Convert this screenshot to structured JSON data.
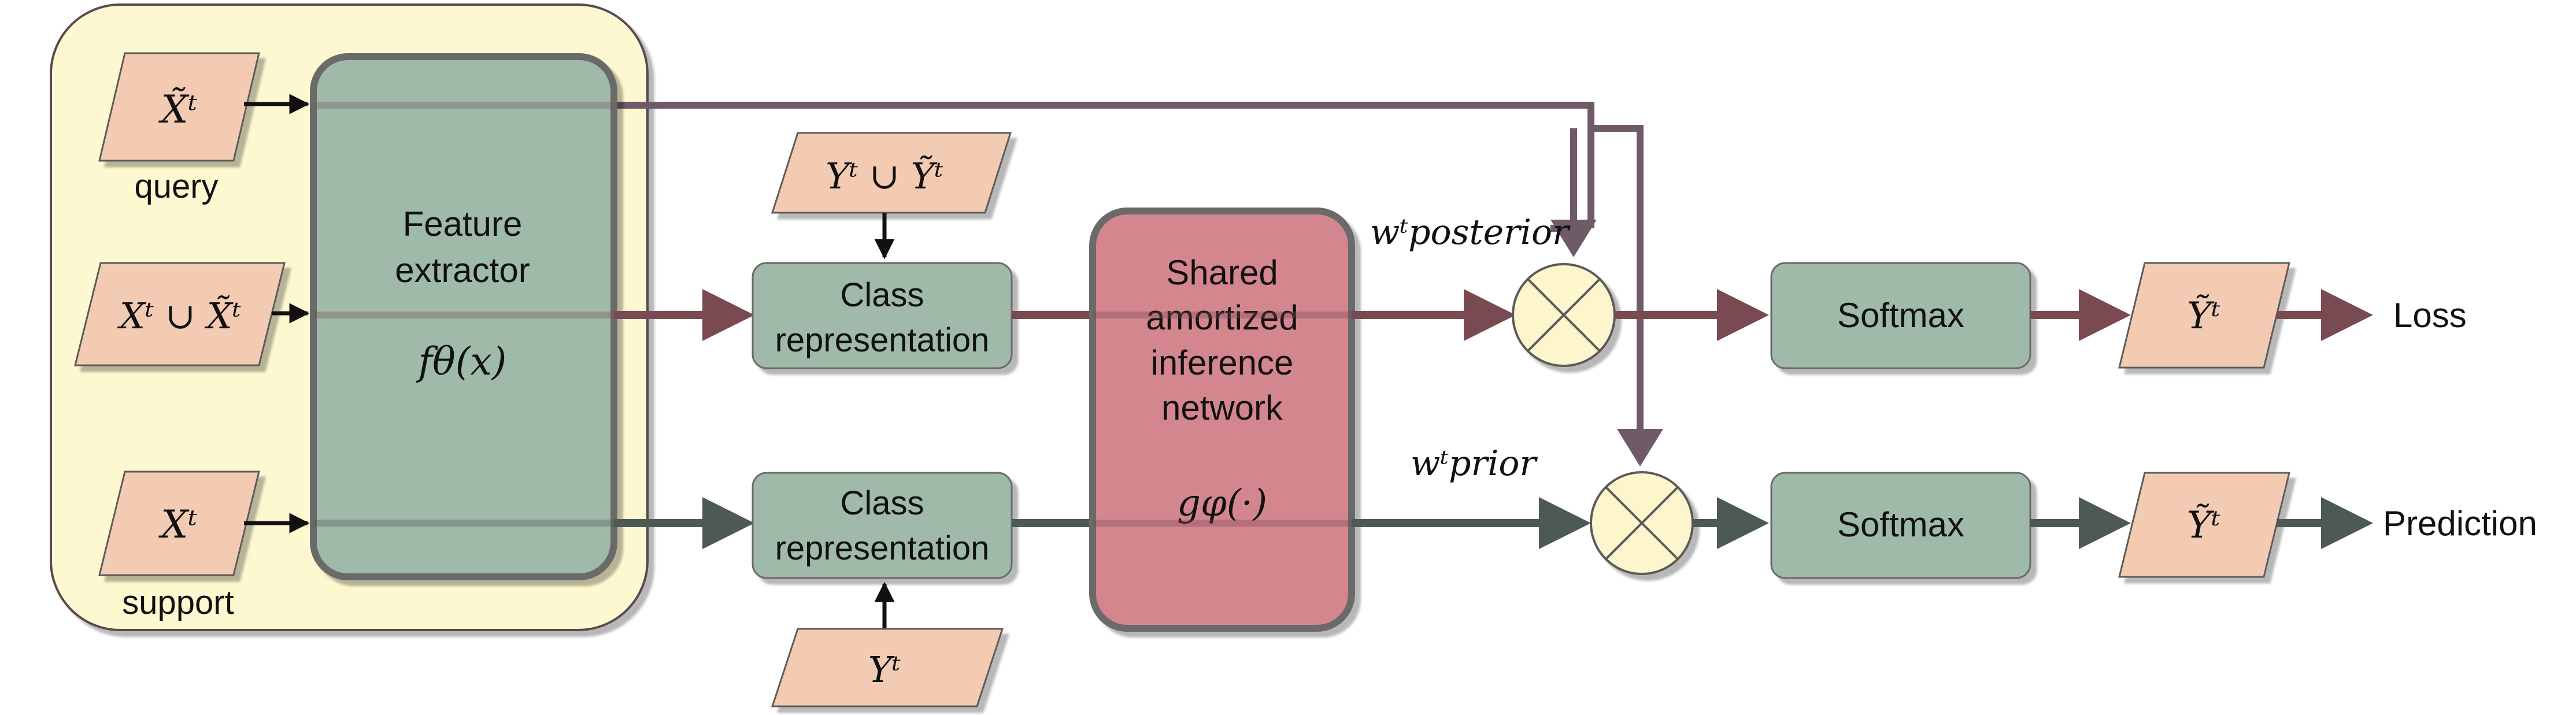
{
  "inputs": {
    "query_symbol": "X̃ᵗ",
    "query_label": "query",
    "union_symbol": "Xᵗ ∪ X̃ᵗ",
    "support_symbol": "Xᵗ",
    "support_label": "support"
  },
  "feature_extractor": {
    "title_line1": "Feature",
    "title_line2": "extractor",
    "formula": "fθ(x)"
  },
  "labels_top": "Yᵗ ∪ Ỹᵗ",
  "labels_bottom": "Yᵗ",
  "class_rep_top": {
    "line1": "Class",
    "line2": "representation"
  },
  "class_rep_bottom": {
    "line1": "Class",
    "line2": "representation"
  },
  "inference_network": {
    "line1": "Shared",
    "line2": "amortized",
    "line3": "inference",
    "line4": "network",
    "formula": "gφ(·)"
  },
  "weights": {
    "posterior": "wᵗposterior",
    "prior": "wᵗprior"
  },
  "softmax_top": "Softmax",
  "softmax_bottom": "Softmax",
  "output_top_symbol": "Ỹᵗ",
  "output_bottom_symbol": "Ỹᵗ",
  "output_top_label": "Loss",
  "output_bottom_label": "Prediction",
  "colors": {
    "panel_fill": "#fdf8d0",
    "green_box": "#9fbaa8",
    "pink_box": "#d4868f",
    "parallelogram": "#f3cbb3",
    "multiply_node": "#fdf6cd",
    "posterior_arrow": "#7a4a52",
    "prior_arrow": "#4d5a54",
    "skip_line": "#6f5a68"
  }
}
